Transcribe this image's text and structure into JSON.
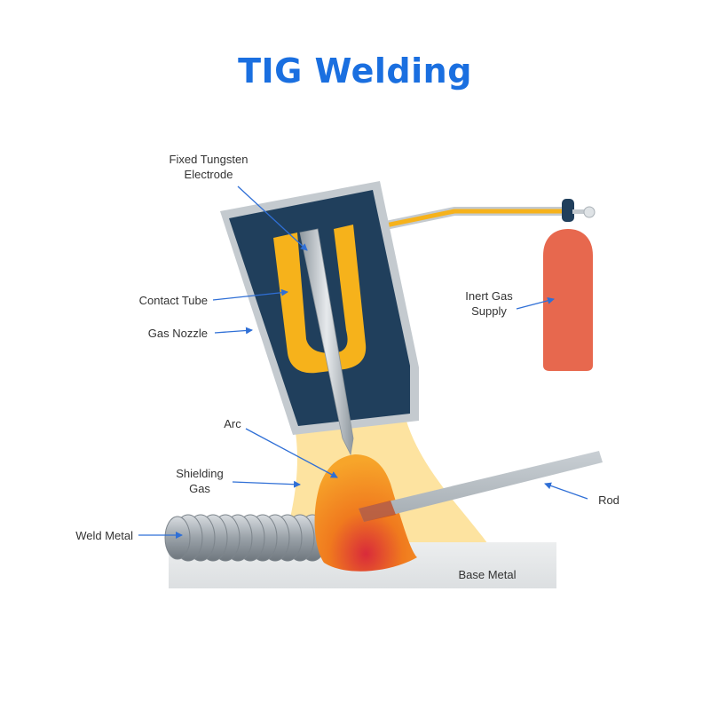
{
  "title": "TIG Welding",
  "labels": {
    "electrode_line1": "Fixed Tungsten",
    "electrode_line2": "Electrode",
    "contact_tube": "Contact Tube",
    "gas_nozzle": "Gas Nozzle",
    "inert_gas_line1": "Inert Gas",
    "inert_gas_line2": "Supply",
    "arc": "Arc",
    "shielding_line1": "Shielding",
    "shielding_line2": "Gas",
    "rod": "Rod",
    "weld_metal": "Weld Metal",
    "base_metal": "Base Metal"
  },
  "colors": {
    "title": "#1a6fe0",
    "arrow": "#2f6fd6",
    "nozzle_body": "#203f5c",
    "nozzle_rim": "#c4cacf",
    "contact_tube": "#f6b21b",
    "shielding_gas": "#fde3a0",
    "cylinder": "#e7684e",
    "gas_line": "#f6b21b"
  }
}
